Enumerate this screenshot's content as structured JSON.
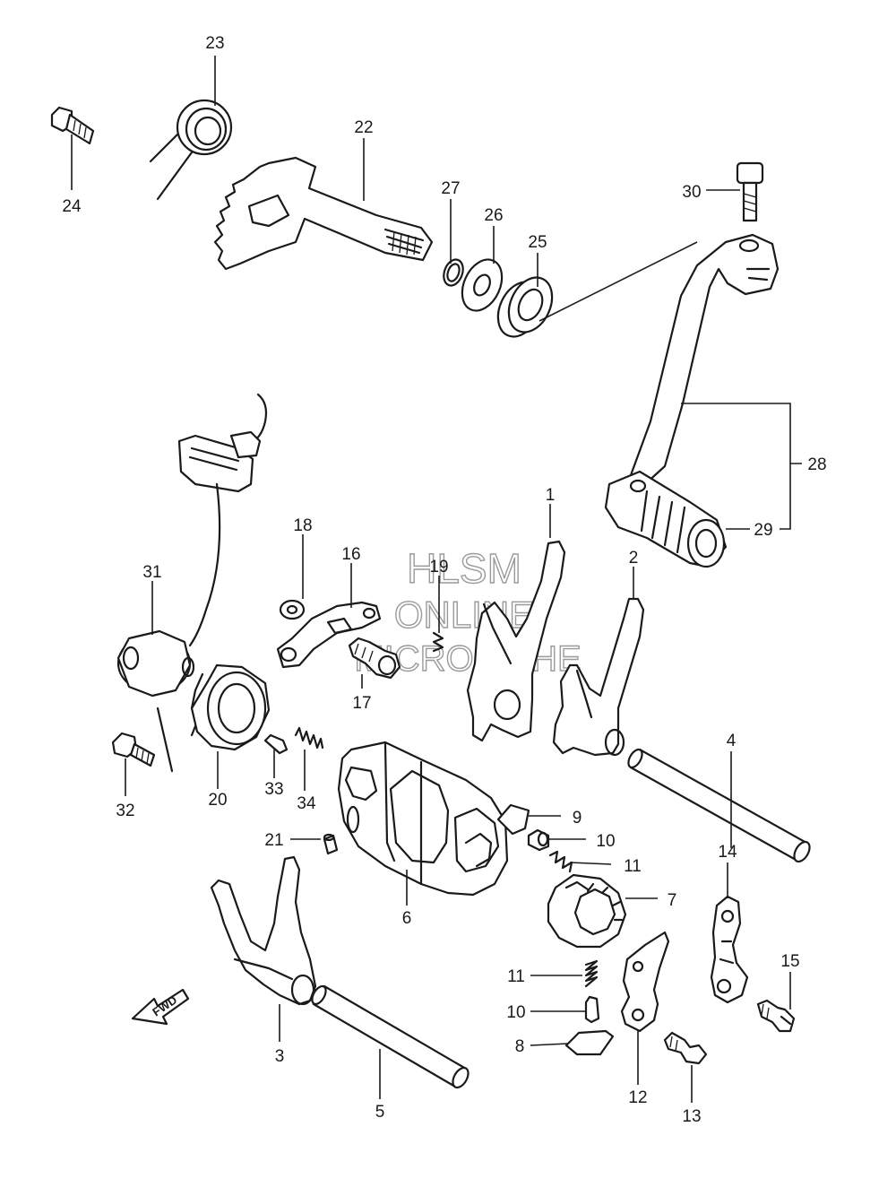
{
  "watermark": {
    "line1": "HLSM",
    "line2": "ONLINE",
    "line3": "MICROFICHE"
  },
  "direction_label": "FWD",
  "callouts": [
    "1",
    "2",
    "3",
    "4",
    "5",
    "6",
    "7",
    "8",
    "9",
    "10",
    "10",
    "11",
    "11",
    "12",
    "13",
    "14",
    "15",
    "16",
    "17",
    "18",
    "19",
    "20",
    "21",
    "22",
    "23",
    "24",
    "25",
    "26",
    "27",
    "28",
    "29",
    "30",
    "31",
    "32",
    "33",
    "34"
  ]
}
